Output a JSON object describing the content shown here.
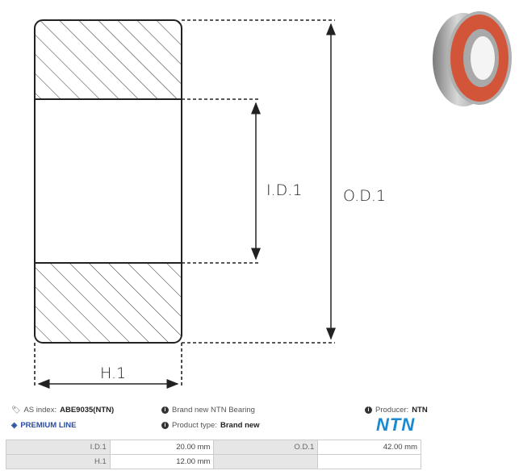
{
  "drawing": {
    "labels": {
      "id": "I.D.1",
      "od": "O.D.1",
      "h": "H.1"
    }
  },
  "product_image": {
    "icon": "bearing-photo"
  },
  "info": {
    "as_index_label": "AS index:",
    "as_index_value": "ABE9035(NTN)",
    "premium": "PREMIUM LINE",
    "description": "Brand new NTN Bearing",
    "product_type_label": "Product type:",
    "product_type_value": "Brand new",
    "producer_label": "Producer:",
    "producer_value": "NTN",
    "logo": "NTN"
  },
  "specs": {
    "rows": [
      {
        "k1": "I.D.1",
        "v1": "20.00 mm",
        "k2": "O.D.1",
        "v2": "42.00 mm"
      },
      {
        "k1": "H.1",
        "v1": "12.00 mm",
        "k2": "",
        "v2": ""
      }
    ]
  },
  "colors": {
    "brand": "#1a8ad2",
    "premium": "#2a4ea0"
  }
}
